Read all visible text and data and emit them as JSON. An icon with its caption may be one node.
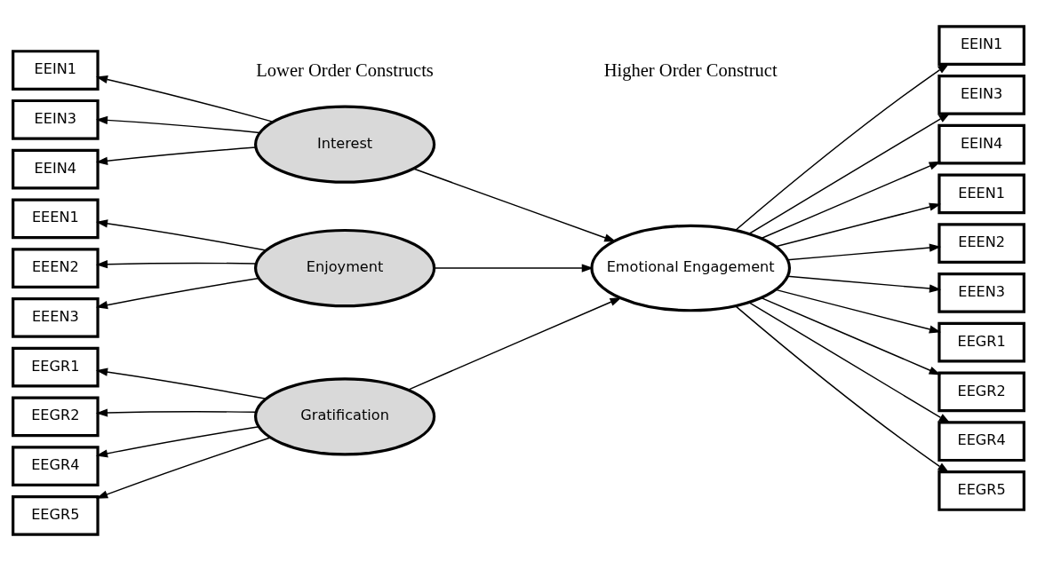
{
  "diagram": {
    "nodes": [
      {
        "text": [
          "EEIN1"
        ]
      },
      {
        "text": [
          "EEIN3"
        ]
      },
      {
        "text": [
          "EEIN4"
        ]
      },
      {
        "text": [
          "EEEN1"
        ]
      },
      {
        "text": [
          "EEEN2"
        ]
      },
      {
        "text": [
          "EEEN3"
        ]
      },
      {
        "text": [
          "EEGR1"
        ]
      },
      {
        "text": [
          "EEGR2"
        ]
      },
      {
        "text": [
          "EEGR4"
        ]
      },
      {
        "text": [
          "EEGR5"
        ]
      },
      {
        "text": [
          "Interest"
        ]
      },
      {
        "text": [
          "Enjoyment"
        ]
      },
      {
        "text": [
          "Gratification"
        ]
      },
      {
        "text": [
          "Emotional Engagement"
        ]
      },
      {
        "text": [
          "EEIN1"
        ]
      },
      {
        "text": [
          "EEIN3"
        ]
      },
      {
        "text": [
          "EEIN4"
        ]
      },
      {
        "text": [
          "EEEN1"
        ]
      },
      {
        "text": [
          "EEEN2"
        ]
      },
      {
        "text": [
          "EEEN3"
        ]
      },
      {
        "text": [
          "EEGR1"
        ]
      },
      {
        "text": [
          "EEGR2"
        ]
      },
      {
        "text": [
          "EEGR4"
        ]
      },
      {
        "text": [
          "EEGR5"
        ]
      }
    ],
    "edges": [
      {
        "from": 10,
        "to": 0,
        "arrow": "to"
      },
      {
        "from": 10,
        "to": 1,
        "arrow": "to"
      },
      {
        "from": 10,
        "to": 2,
        "arrow": "to"
      },
      {
        "from": 11,
        "to": 3,
        "arrow": "to"
      },
      {
        "from": 11,
        "to": 4,
        "arrow": "to"
      },
      {
        "from": 11,
        "to": 5,
        "arrow": "to"
      },
      {
        "from": 12,
        "to": 6,
        "arrow": "to"
      },
      {
        "from": 12,
        "to": 7,
        "arrow": "to"
      },
      {
        "from": 12,
        "to": 8,
        "arrow": "to"
      },
      {
        "from": 12,
        "to": 9,
        "arrow": "to"
      },
      {
        "from": 10,
        "to": 13,
        "arrow": "to"
      },
      {
        "from": 11,
        "to": 13,
        "arrow": "to"
      },
      {
        "from": 12,
        "to": 13,
        "arrow": "to"
      },
      {
        "from": 13,
        "to": 14,
        "arrow": "to"
      },
      {
        "from": 13,
        "to": 15,
        "arrow": "to"
      },
      {
        "from": 13,
        "to": 16,
        "arrow": "to"
      },
      {
        "from": 13,
        "to": 17,
        "arrow": "to"
      },
      {
        "from": 13,
        "to": 18,
        "arrow": "to"
      },
      {
        "from": 13,
        "to": 19,
        "arrow": "to"
      },
      {
        "from": 13,
        "to": 20,
        "arrow": "to"
      },
      {
        "from": 13,
        "to": 21,
        "arrow": "to"
      },
      {
        "from": 13,
        "to": 22,
        "arrow": "to"
      },
      {
        "from": 13,
        "to": 23,
        "arrow": "to"
      }
    ],
    "labels": [
      "Lower Order Constructs",
      "Higher Order Construct"
    ]
  }
}
